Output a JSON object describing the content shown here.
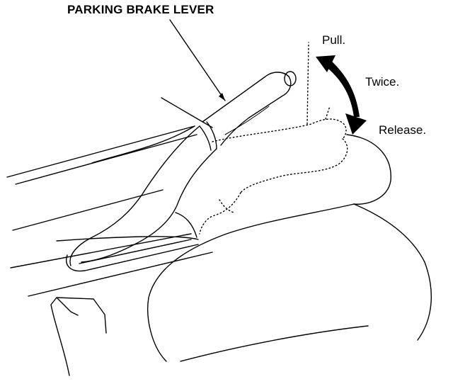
{
  "labels": {
    "title": "PARKING BRAKE LEVER",
    "pull": "Pull.",
    "twice": "Twice.",
    "release": "Release."
  },
  "colors": {
    "ink": "#000000",
    "background": "#ffffff"
  },
  "icons": {
    "motion_arrow": "double-headed-curved-arrow"
  }
}
